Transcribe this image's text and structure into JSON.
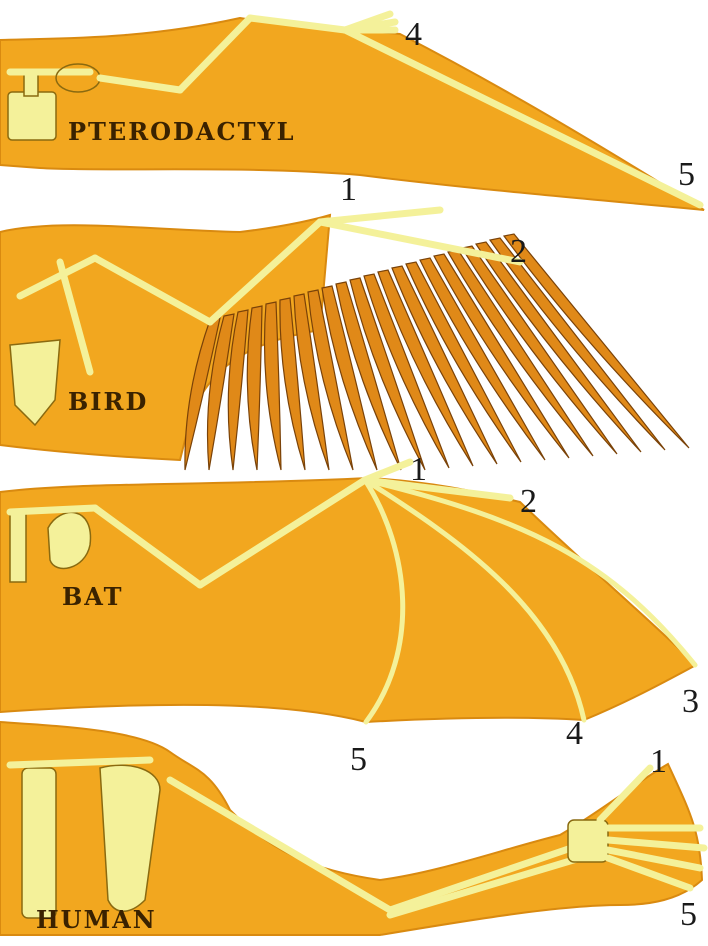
{
  "colors": {
    "membrane": "#f2a71f",
    "membrane_light": "#f6bd3a",
    "membrane_edge": "#d98a10",
    "bone": "#f4f19a",
    "bone_stroke": "#8a6a10",
    "feather": "#e08918",
    "feather_stroke": "#7a4208",
    "label": "#3a2200",
    "number": "#1a1a1a"
  },
  "panels": {
    "pterodactyl": {
      "label": "PTERODACTYL",
      "numbers": [
        "4",
        "5"
      ]
    },
    "bird": {
      "label": "BIRD",
      "numbers": [
        "1",
        "2"
      ]
    },
    "bat": {
      "label": "BAT",
      "numbers": [
        "1",
        "2",
        "3",
        "4",
        "5"
      ]
    },
    "human": {
      "label": "HUMAN",
      "numbers": [
        "1",
        "5"
      ]
    }
  }
}
